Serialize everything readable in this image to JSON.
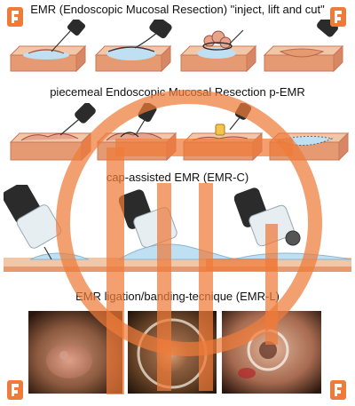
{
  "rows": [
    {
      "title": "EMR (Endoscopic Mucosal Resection) \"inject, lift and cut\""
    },
    {
      "title": "piecemeal Endoscopic Mucosal Resection p-EMR"
    },
    {
      "title": "cap-assisted EMR (EMR-C)"
    },
    {
      "title": "EMR ligation/banding-tecnique (EMR-L)"
    }
  ],
  "colors": {
    "mucosa_top": "#f2c7a8",
    "mucosa_side": "#e59a72",
    "tissue_edge": "#c9785a",
    "fluid_blue": "#bfe0f2",
    "watermark_orange": "#ef7b3a"
  },
  "icons": {
    "watermark": "logo-watermark",
    "corner": "corner-logo-icon"
  }
}
